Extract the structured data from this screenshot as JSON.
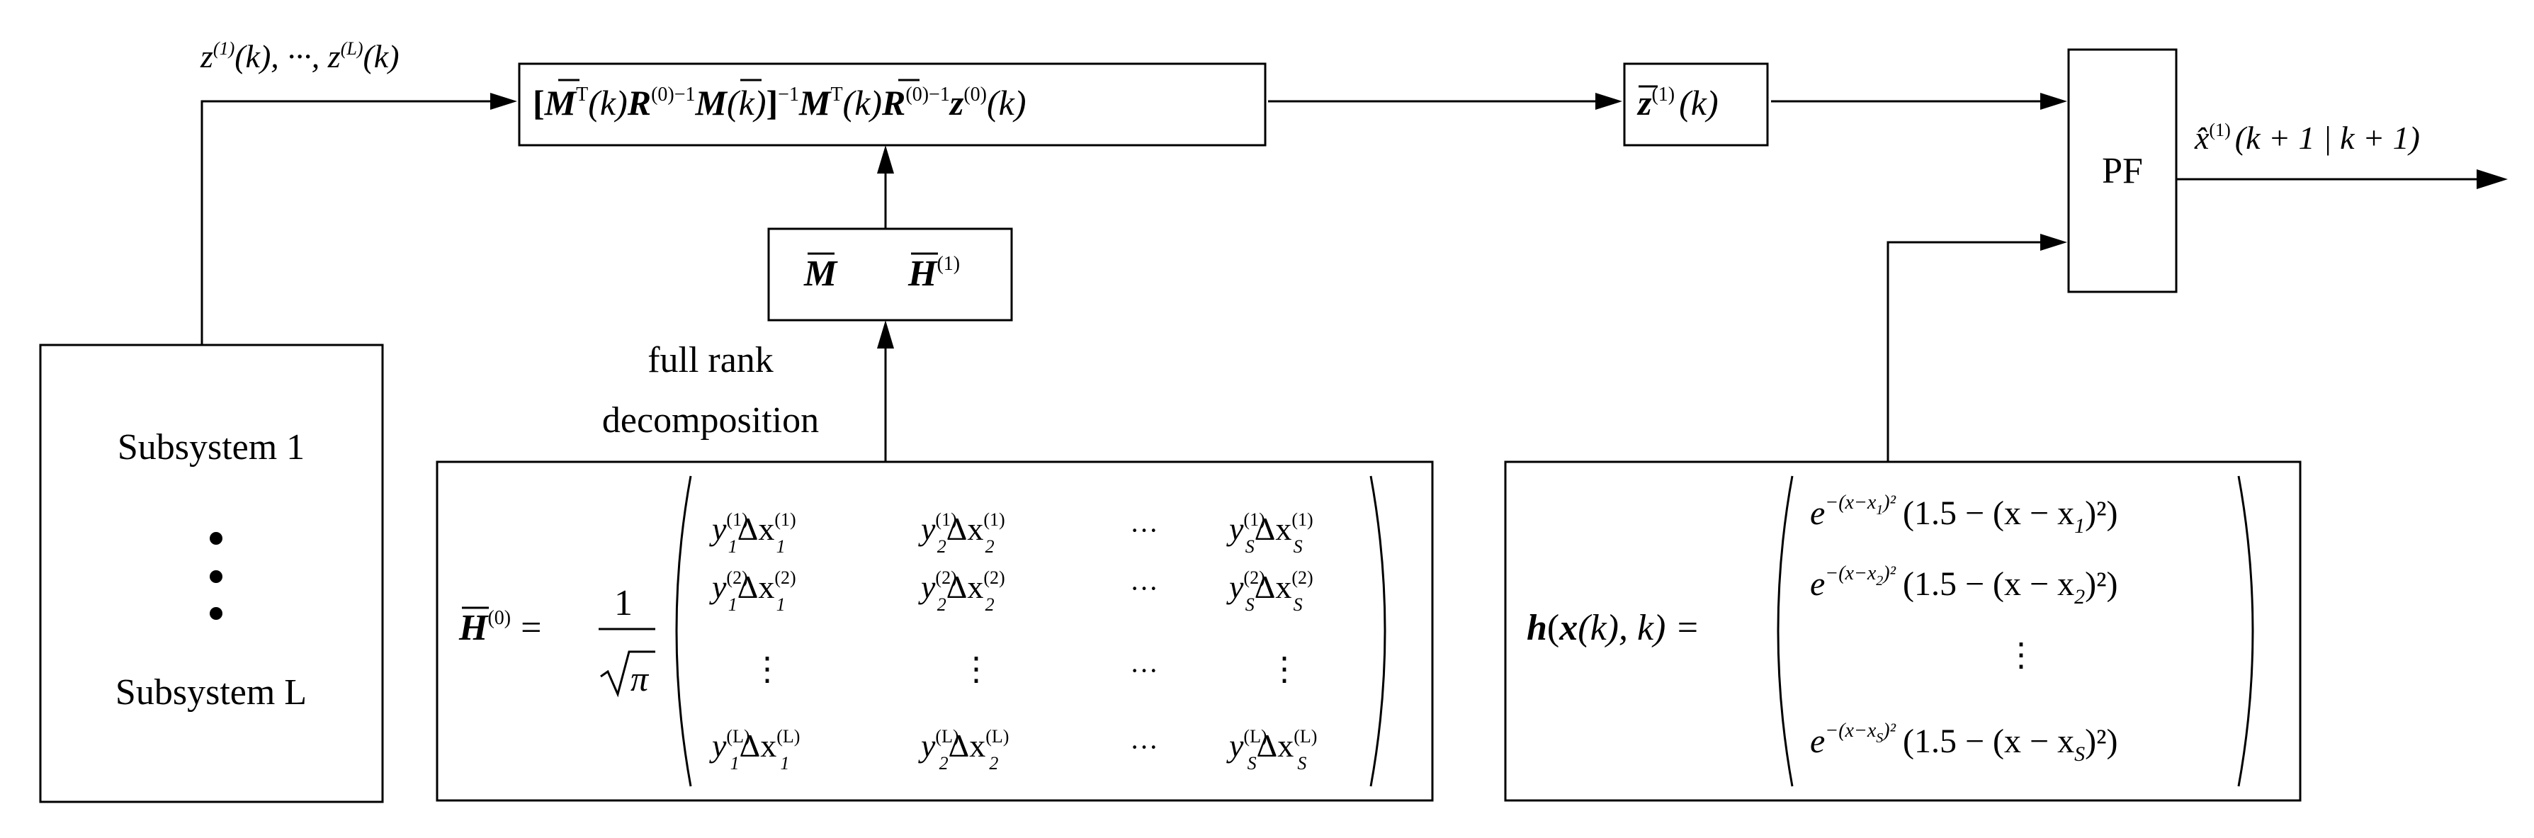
{
  "input": {
    "z_first": "z",
    "z_first_sup": "(1)",
    "z_sep": "(k), ···, ",
    "z_last": "z",
    "z_last_sup": "(L)",
    "z_tail": "(k)"
  },
  "subsystems": {
    "first": "Subsystem 1",
    "last": "Subsystem L",
    "dots": "•"
  },
  "estimator": {
    "open": "[",
    "M": "M",
    "T": "T",
    "k": "(k)",
    "R": "R",
    "R_sup": "(0)−1",
    "close_inv": "]",
    "neg1": "−1",
    "z": "z",
    "z_sup": "(0)"
  },
  "decomp_box": {
    "M": "M",
    "H": "H",
    "H_sup": "(1)"
  },
  "decomp_label": {
    "line1": "full rank",
    "line2": "decomposition"
  },
  "H0": {
    "lhs": "H",
    "lhs_sup": "(0)",
    "eq": "=",
    "num": "1",
    "pi": "π",
    "rows": [
      [
        {
          "y": "y",
          "sub": "1",
          "sup": "(1)",
          "dx": "Δx",
          "dsub": "1",
          "dsup": "(1)"
        },
        {
          "y": "y",
          "sub": "2",
          "sup": "(1)",
          "dx": "Δx",
          "dsub": "2",
          "dsup": "(1)"
        },
        {
          "y": "y",
          "sub": "S",
          "sup": "(1)",
          "dx": "Δx",
          "dsub": "S",
          "dsup": "(1)"
        }
      ],
      [
        {
          "y": "y",
          "sub": "1",
          "sup": "(2)",
          "dx": "Δx",
          "dsub": "1",
          "dsup": "(2)"
        },
        {
          "y": "y",
          "sub": "2",
          "sup": "(2)",
          "dx": "Δx",
          "dsub": "2",
          "dsup": "(2)"
        },
        {
          "y": "y",
          "sub": "S",
          "sup": "(2)",
          "dx": "Δx",
          "dsub": "S",
          "dsup": "(2)"
        }
      ],
      [
        {
          "y": "y",
          "sub": "1",
          "sup": "(L)",
          "dx": "Δx",
          "dsub": "1",
          "dsup": "(L)"
        },
        {
          "y": "y",
          "sub": "2",
          "sup": "(L)",
          "dx": "Δx",
          "dsub": "2",
          "dsup": "(L)"
        },
        {
          "y": "y",
          "sub": "S",
          "sup": "(L)",
          "dx": "Δx",
          "dsub": "S",
          "dsup": "(L)"
        }
      ]
    ],
    "hdots": "···",
    "vdots": "⋮"
  },
  "zbar": {
    "z": "z",
    "sup": "(1)",
    "k": "(k)"
  },
  "h_func": {
    "lhs_h": "h",
    "lhs_open": "(",
    "lhs_x": "x",
    "lhs_rest": "(k), k) =",
    "rows": [
      {
        "e": "e",
        "exp": "−(x−x",
        "exp_sub": "1",
        "exp_tail": ")²",
        "body": "(1.5 − (x − x",
        "body_sub": "1",
        "body_tail": ")²)"
      },
      {
        "e": "e",
        "exp": "−(x−x",
        "exp_sub": "2",
        "exp_tail": ")²",
        "body": "(1.5 − (x − x",
        "body_sub": "2",
        "body_tail": ")²)"
      },
      {
        "e": "e",
        "exp": "−(x−x",
        "exp_sub": "S",
        "exp_tail": ")²",
        "body": "(1.5 − (x − x",
        "body_sub": "S",
        "body_tail": ")²)"
      }
    ],
    "vdots": "⋮"
  },
  "pf": {
    "label": "PF"
  },
  "output": {
    "x": "x̂",
    "sup": "(1)",
    "tail": "(k + 1 | k + 1)"
  }
}
